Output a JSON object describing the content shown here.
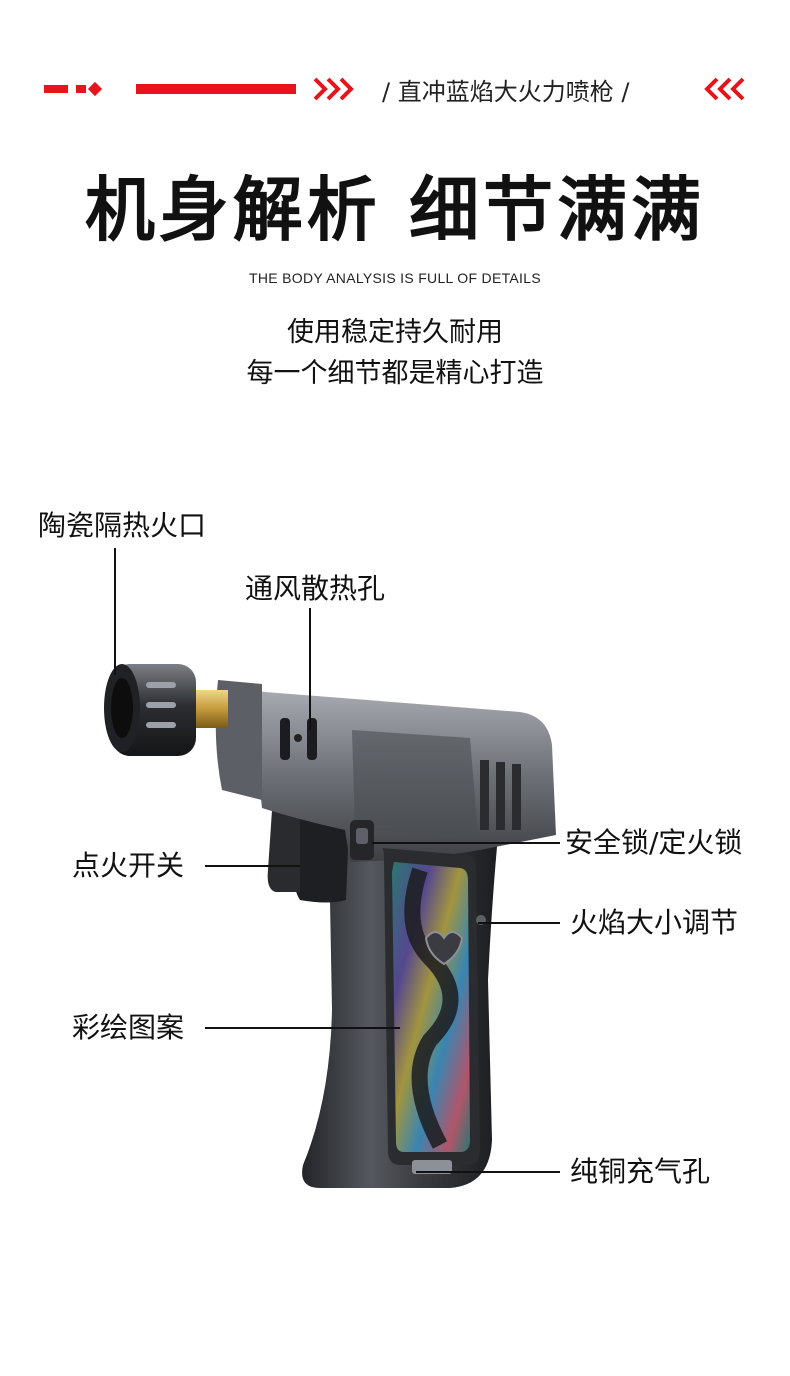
{
  "header": {
    "title": "/ 直冲蓝焰大火力喷枪 /",
    "accent_color": "#e8141c"
  },
  "hero": {
    "title": "机身解析 细节满满",
    "subtitle_en": "THE BODY ANALYSIS IS FULL OF DETAILS",
    "tagline_1": "使用稳定持久耐用",
    "tagline_2": "每一个细节都是精心打造"
  },
  "callouts": {
    "nozzle": "陶瓷隔热火口",
    "vent": "通风散热孔",
    "ignition": "点火开关",
    "safety_lock": "安全锁/定火锁",
    "flame_adjust": "火焰大小调节",
    "pattern": "彩绘图案",
    "refill": "纯铜充气孔"
  },
  "product": {
    "image_name": "torch-lighter-illustration",
    "body_color": "#3a3c41",
    "metal_highlight": "#8d9096",
    "brass_color": "#c49a3c",
    "panel_colors": [
      "#2c7f7a",
      "#5a4a9a",
      "#b0a040",
      "#3a8fc0",
      "#c05a70"
    ]
  }
}
